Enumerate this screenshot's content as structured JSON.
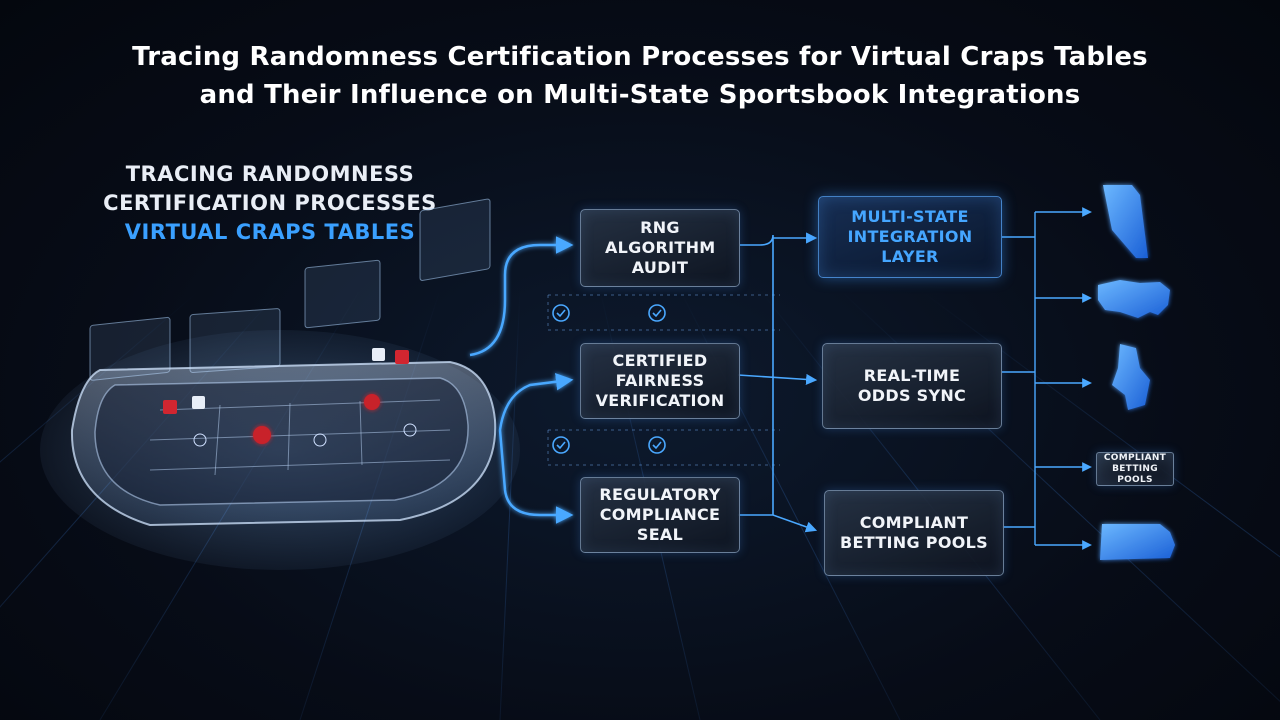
{
  "title": {
    "line1": "Tracing Randomness Certification Processes for Virtual Craps Tables",
    "line2": "and Their Influence on Multi-State Sportsbook Integrations"
  },
  "side_heading": {
    "line1": "TRACING RANDOMNESS",
    "line2": "CERTIFICATION PROCESSES",
    "line3": "VIRTUAL CRAPS TABLES"
  },
  "stage1": {
    "rng": "RNG ALGORITHM AUDIT",
    "fairness": "CERTIFIED FAIRNESS VERIFICATION",
    "regulatory": "REGULATORY COMPLIANCE SEAL"
  },
  "stage2": {
    "integration": "MULTI-STATE INTEGRATION LAYER",
    "odds": "REAL-TIME ODDS SYNC",
    "pools": "COMPLIANT BETTING POOLS"
  },
  "outputs": {
    "pools_small": "COMPLIANT BETTING POOLS"
  },
  "colors": {
    "accent": "#3aa0ff",
    "background": "#070c17",
    "connector": "#4aa8ff"
  }
}
